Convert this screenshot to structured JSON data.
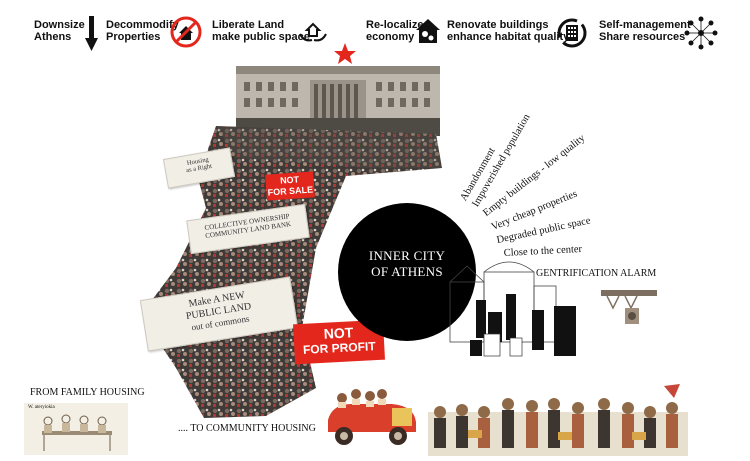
{
  "header": {
    "items": [
      {
        "line1": "Downsize",
        "line2": "Athens",
        "icon": "down-arrow-icon"
      },
      {
        "line1": "Decommodify",
        "line2": "Properties",
        "icon": "no-house-icon"
      },
      {
        "line1": "Liberate Land",
        "line2": "make public space",
        "icon": "hands-house-icon"
      },
      {
        "line1": "Re-localize",
        "line2": "economy",
        "icon": "house-gears-icon"
      },
      {
        "line1": "Renovate buildings",
        "line2": "enhance habitat quality",
        "icon": "building-cycle-icon"
      },
      {
        "line1": "Self-management",
        "line2": "Share resources",
        "icon": "people-network-icon"
      }
    ]
  },
  "banners": {
    "top": {
      "line1": "Housing",
      "line2": "as a Right"
    },
    "middle": {
      "line1": "COLLECTIVE OWNERSHIP",
      "line2": "COMMUNITY LAND BANK"
    },
    "bottom": {
      "line1": "Make A NEW",
      "line2": "PUBLIC LAND",
      "line3": "out of commons"
    }
  },
  "signs": {
    "sale": {
      "line1": "NOT",
      "line2": "FOR SALE"
    },
    "profit": {
      "line1": "NOT",
      "line2": "FOR PROFIT"
    }
  },
  "circle": {
    "line1": "INNER CITY",
    "line2": "OF ATHENS"
  },
  "characteristics": [
    "Abandonment",
    "Impoverished population",
    "Empty buildings - low quality",
    "Very cheap properties",
    "Degraded public space",
    "Close to the center"
  ],
  "labels": {
    "gentrification": "GENTRIFICATION ALARM",
    "from_family": "FROM FAMILY HOUSING",
    "to_community": "....     TO COMMUNITY HOUSING",
    "sketch_caption": "W. ateryiokia"
  },
  "colors": {
    "accent_red": "#e3271d",
    "circle_black": "#000000"
  }
}
